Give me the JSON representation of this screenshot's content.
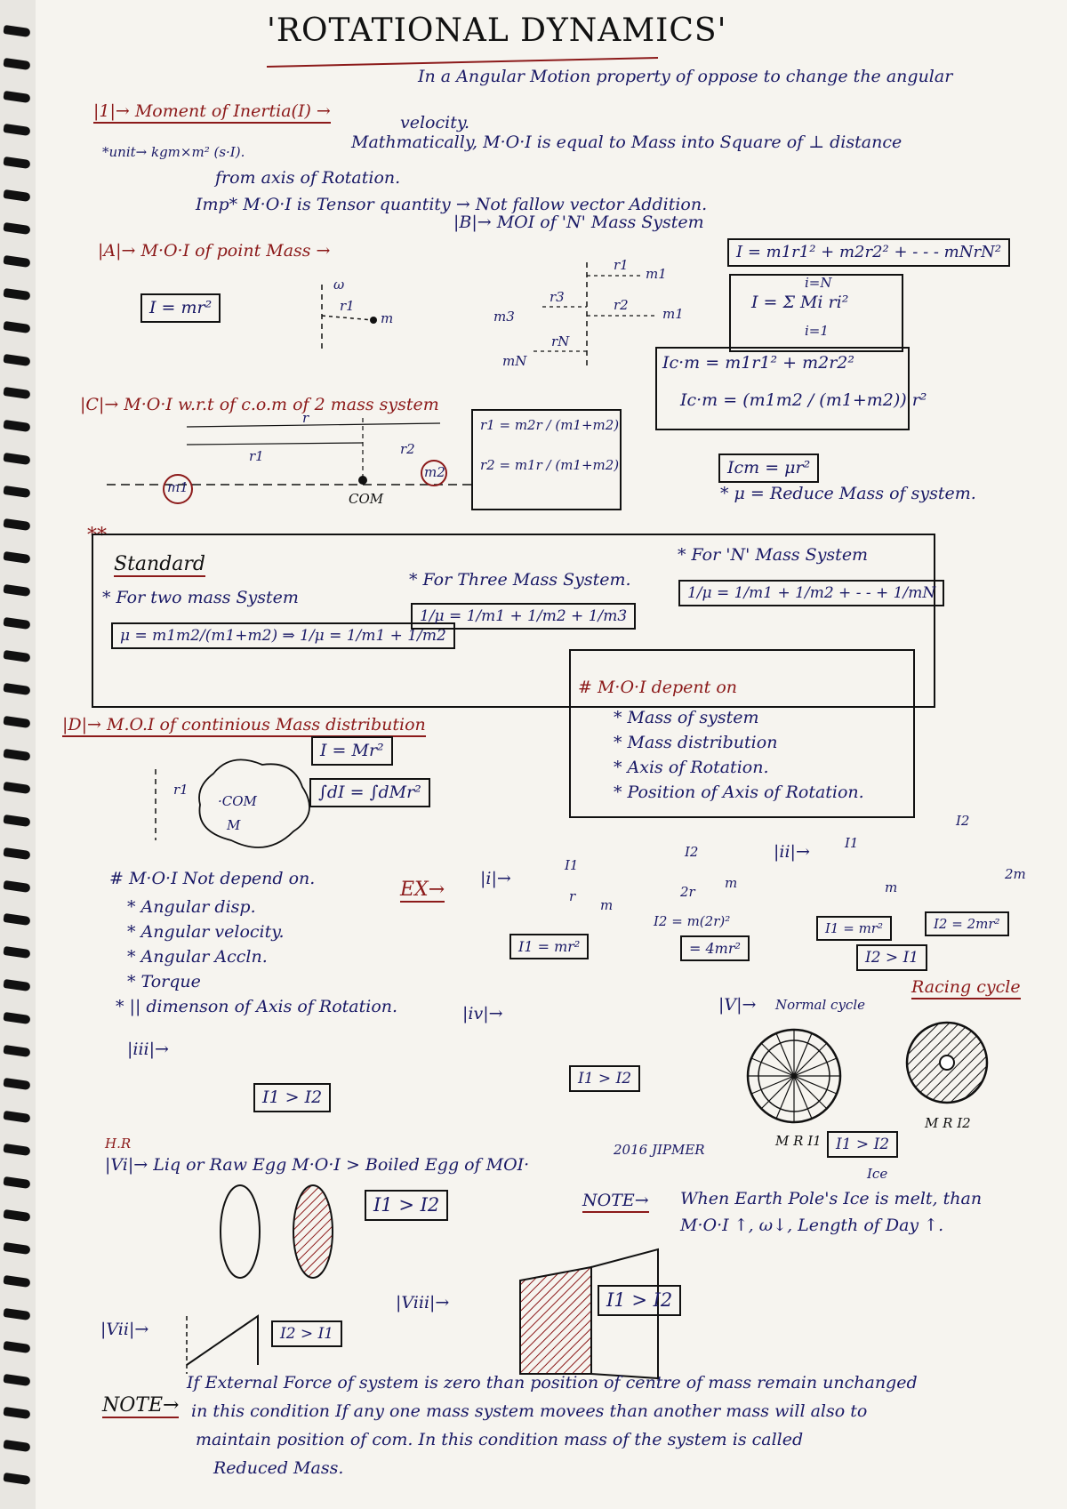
{
  "title": "'ROTATIONAL DYNAMICS'",
  "sec1": {
    "head": "|1|→ Moment of Inertia(I) →",
    "def1": "In a Angular Motion property of oppose to change the angular",
    "def2": "velocity.",
    "unit": "*unit→ kgm×m² (s·I).",
    "math1": "Mathmatically, M·O·I is equal to Mass into Square of ⊥ distance",
    "math2": "from axis of Rotation.",
    "imp": "Imp* M·O·I is Tensor quantity → Not fallow vector Addition."
  },
  "secA": {
    "head": "|A|→ M·O·I of point Mass →",
    "box": "I = mr²",
    "r": "r1",
    "m": "m",
    "w": "ω"
  },
  "secB": {
    "head": "|B|→ MOI of 'N' Mass System",
    "labels": [
      "r1",
      "m1",
      "r2",
      "m1",
      "m3",
      "r3",
      "rN",
      "mN"
    ],
    "box1": "I = m1r1² + m2r2² + - - - mNrN²",
    "box2": "I = Σ Mi ri²",
    "box2_top": "i=N",
    "box2_bot": "i=1"
  },
  "secC": {
    "head": "|C|→ M·O·I w.r.t of c.o.m of 2 mass system",
    "r": "r",
    "r1": "r1",
    "r2": "r2",
    "m1": "m1",
    "m2": "m2",
    "com": "COM",
    "r1eq": "r1 = m2r / (m1+m2)",
    "r2eq": "r2 = m1r / (m1+m2)",
    "icm1": "Ic·m = m1r1² + m2r2²",
    "icm2": "Ic·m = (m1m2 / (m1+m2)) r²",
    "icm3": "Icm = μr²",
    "mu": "* μ = Reduce Mass of system."
  },
  "standard": {
    "star": "**",
    "label": "Standard",
    "two_head": "* For two mass System",
    "two_box": "μ = m1m2/(m1+m2) ⇒ 1/μ = 1/m1 + 1/m2",
    "three_head": "* For Three Mass System.",
    "three_box": "1/μ = 1/m1 + 1/m2 + 1/m3",
    "n_head": "* For 'N' Mass System",
    "n_box": "1/μ = 1/m1 + 1/m2 + - - + 1/mN"
  },
  "secD": {
    "head": "|D|→ M.O.I of continious Mass distribution",
    "box1": "I = Mr²",
    "box2": "∫dI = ∫dMr²",
    "r1": "r1",
    "com": "·COM",
    "m": "M"
  },
  "depend": {
    "head": "# M·O·I depent on",
    "items": [
      "* Mass of system",
      "* Mass distribution",
      "* Axis of Rotation.",
      "* Position of Axis of Rotation."
    ]
  },
  "notdepend": {
    "head": "# M·O·I Not depend on.",
    "items": [
      "* Angular disp.",
      "* Angular velocity.",
      "* Angular Accln.",
      "* Torque",
      "* || dimenson of Axis of Rotation."
    ]
  },
  "examples": {
    "ex": "EX→",
    "i": "|i|→",
    "i_box1": "I1 = mr²",
    "i_eq2": "I2 = m(2r)²",
    "i_box2": "= 4mr²",
    "ii": "|ii|→",
    "ii_box1": "I1 = mr²",
    "ii_box2": "I2 = 2mr²",
    "ii_cmp": "I2 > I1",
    "iii": "|iii|→",
    "iii_cmp": "I1 > I2",
    "iv": "|iv|→",
    "iv_cmp": "I1 > I2",
    "v": "|V|→",
    "v_normal": "Normal cycle",
    "v_racing": "Racing cycle",
    "v_cmp": "I1 > I2",
    "v_mr1": "M R I1",
    "v_mr2": "M R I2",
    "vi_tag": "H.R",
    "vi": "|Vi|→ Liq or Raw Egg M·O·I > Boiled Egg of MOI·",
    "vi_box": "I1 > I2",
    "jipmer": "2016 JIPMER",
    "note1a": "NOTE→",
    "note1b": "When Earth Pole's Ice is melt, than",
    "note1c": "M·O·I ↑, ω↓, Length of Day ↑.",
    "vii": "|Vii|→",
    "vii_box": "I2 > I1",
    "viii": "|Viii|→",
    "viii_box": "I1 > I2",
    "ice": "Ice",
    "m": "m",
    "r": "r",
    "two_r": "2r",
    "two_m": "2m",
    "I1": "I1",
    "I2": "I2"
  },
  "note2": {
    "head": "NOTE→",
    "l1": "If External Force of system is zero than position of centre of mass remain unchanged",
    "l2": "in this condition If any one mass system movees than another mass will also to",
    "l3": "maintain position of com. In this condition mass of the system is called",
    "l4": "Reduced Mass."
  },
  "colors": {
    "ink": "#1a1a66",
    "red": "#8c1a1a",
    "black": "#111111",
    "paper": "#f6f4ef"
  }
}
